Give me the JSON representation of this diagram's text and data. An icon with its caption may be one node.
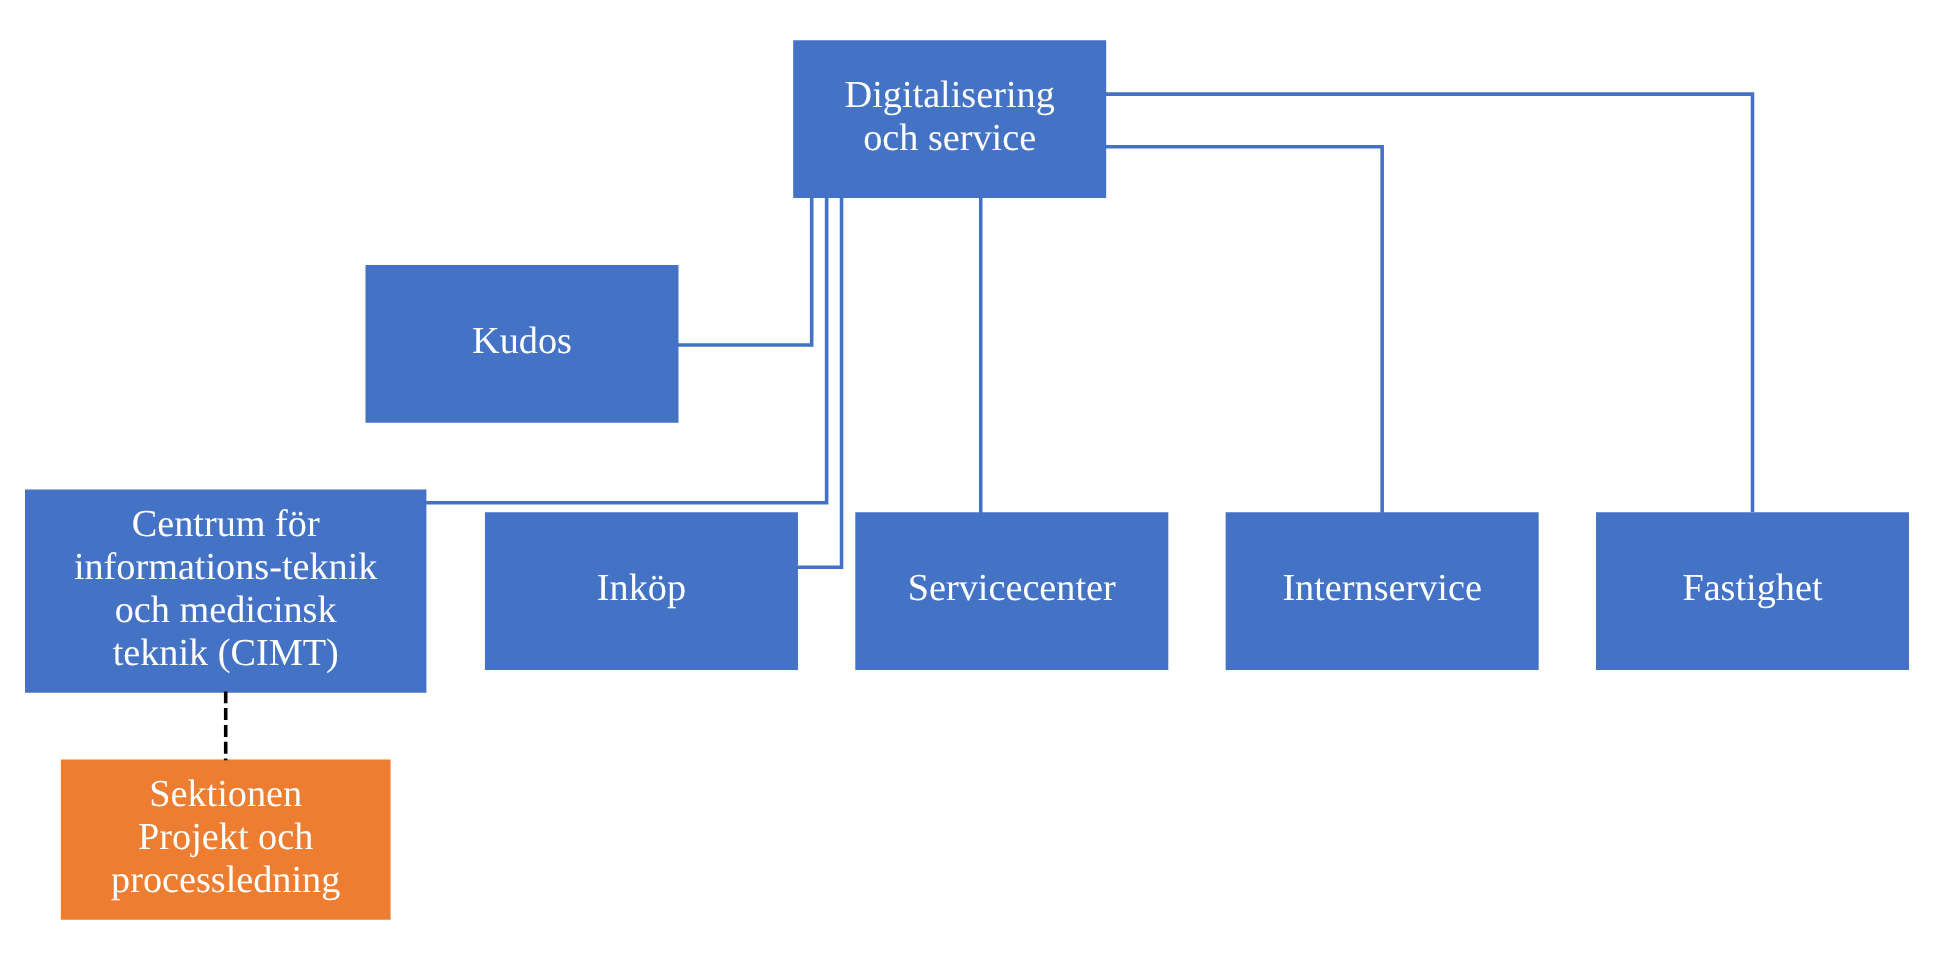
{
  "diagram": {
    "nodes": [
      {
        "text": [
          "Digitalisering och service"
        ]
      },
      {
        "text": [
          "Kudos"
        ]
      },
      {
        "text": [
          "Centrum för informations-teknik och medicinsk teknik (CIMT)"
        ]
      },
      {
        "text": [
          "Inköp"
        ]
      },
      {
        "text": [
          "Servicecenter"
        ]
      },
      {
        "text": [
          "Internservice"
        ]
      },
      {
        "text": [
          "Fastighet"
        ]
      },
      {
        "text": [
          "Sektionen Projekt och processledning"
        ]
      }
    ],
    "edges": [
      {
        "from": 0,
        "to": 1,
        "arrow": "none"
      },
      {
        "from": 0,
        "to": 2,
        "arrow": "none"
      },
      {
        "from": 0,
        "to": 3,
        "arrow": "none"
      },
      {
        "from": 0,
        "to": 4,
        "arrow": "none"
      },
      {
        "from": 0,
        "to": 5,
        "arrow": "none"
      },
      {
        "from": 0,
        "to": 6,
        "arrow": "none"
      },
      {
        "from": 2,
        "to": 7,
        "arrow": "none",
        "style": "dashed",
        "color": "#000000"
      }
    ]
  }
}
